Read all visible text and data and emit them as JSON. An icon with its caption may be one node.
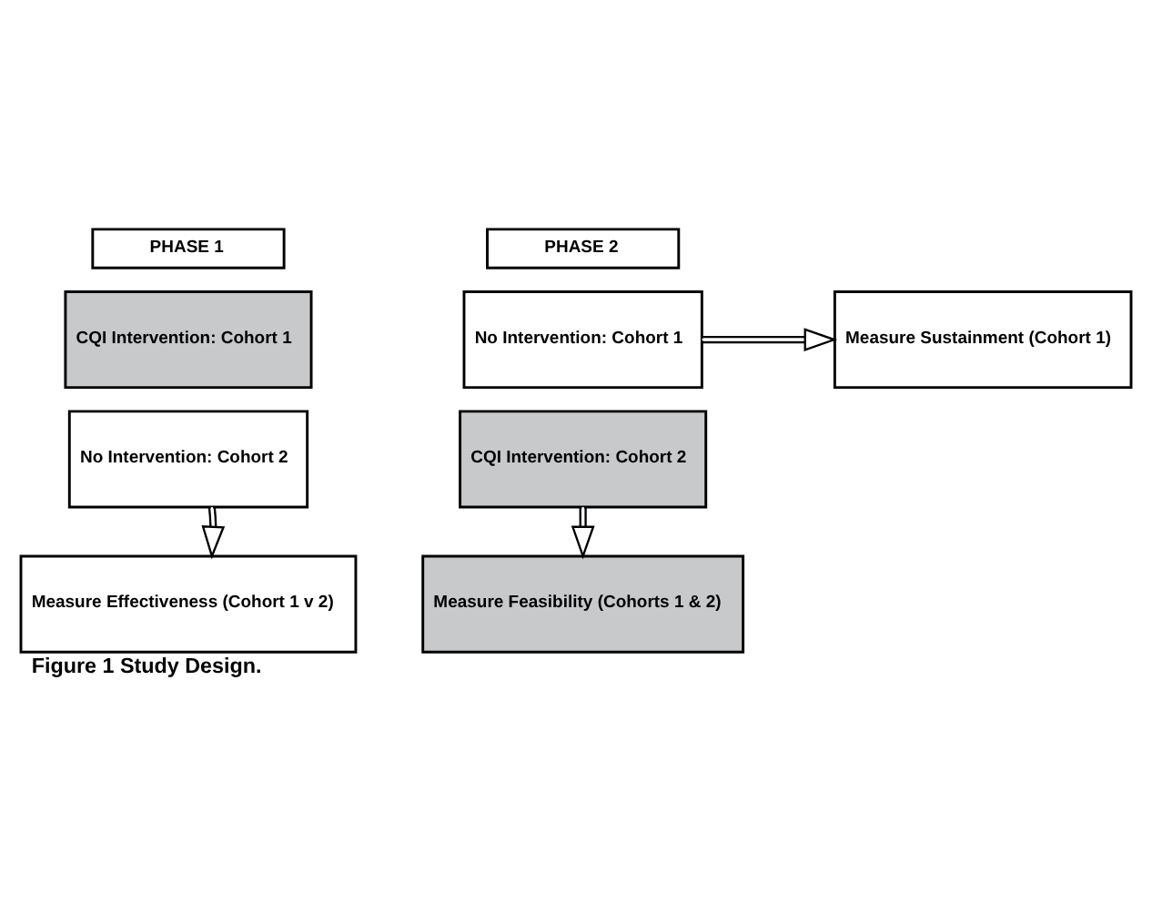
{
  "diagram": {
    "caption": "Figure 1 Study Design.",
    "nodes": [
      {
        "text": [
          "PHASE 1"
        ]
      },
      {
        "text": [
          "PHASE 2"
        ]
      },
      {
        "text": [
          "CQI Intervention: Cohort 1"
        ]
      },
      {
        "text": [
          "No Intervention: Cohort 1"
        ]
      },
      {
        "text": [
          "No Intervention: Cohort 2"
        ]
      },
      {
        "text": [
          "CQI Intervention: Cohort 2"
        ]
      },
      {
        "text": [
          "Measure Sustainment (Cohort 1)"
        ]
      },
      {
        "text": [
          "Measure Effectiveness (Cohort 1 v 2)"
        ]
      },
      {
        "text": [
          "Measure Feasibility (Cohorts 1 & 2)"
        ]
      }
    ],
    "edges": [
      {
        "from": 3,
        "to": 6,
        "arrow": "to"
      },
      {
        "from": 4,
        "to": 7,
        "arrow": "to"
      },
      {
        "from": 5,
        "to": 8,
        "arrow": "to"
      }
    ]
  }
}
